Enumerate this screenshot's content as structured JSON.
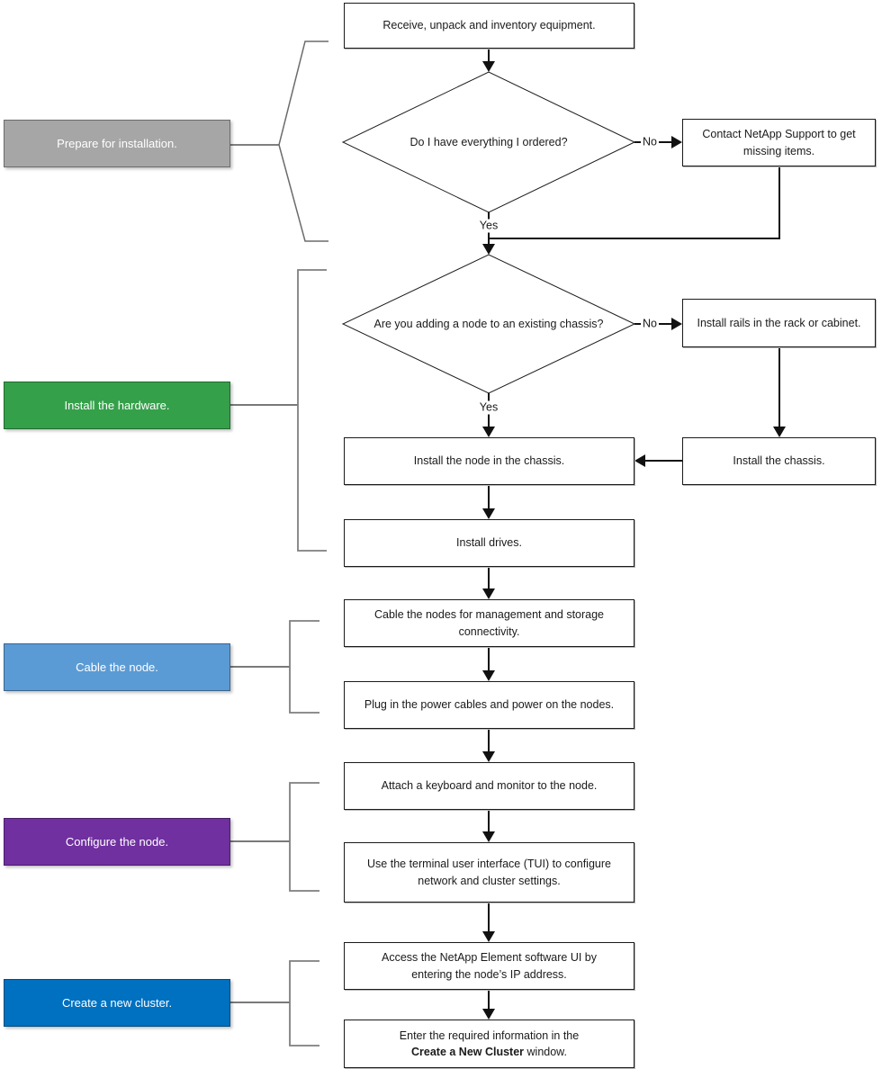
{
  "phases": [
    {
      "label": "Prepare for installation.",
      "color": "#a6a6a6"
    },
    {
      "label": "Install the hardware.",
      "color": "#35a04a"
    },
    {
      "label": "Cable the node.",
      "color": "#5b9bd5"
    },
    {
      "label": "Configure the node.",
      "color": "#7030a0"
    },
    {
      "label": "Create a new cluster.",
      "color": "#0070c0"
    }
  ],
  "decisions": {
    "have_everything": "Do I have everything I ordered?",
    "existing_chassis": "Are you adding a node to an existing chassis?"
  },
  "steps": {
    "receive": "Receive, unpack and inventory equipment.",
    "contact_support": "Contact NetApp Support to get missing items.",
    "install_rails": "Install rails in the rack or cabinet.",
    "install_chassis": "Install the chassis.",
    "install_node": "Install the node in the chassis.",
    "install_drives": "Install drives.",
    "cable_nodes": "Cable the nodes for management and storage connectivity.",
    "power_on": "Plug in the power cables and power on the nodes.",
    "attach_keyboard": "Attach a keyboard and monitor to the node.",
    "use_tui": "Use the terminal user interface (TUI) to configure network and cluster settings.",
    "access_ui": "Access the NetApp Element software UI by entering the node’s IP address.",
    "enter_info_line1": "Enter the required information in the",
    "enter_info_bold": "Create a New Cluster",
    "enter_info_suffix": " window."
  },
  "labels": {
    "yes": "Yes",
    "no": "No"
  }
}
